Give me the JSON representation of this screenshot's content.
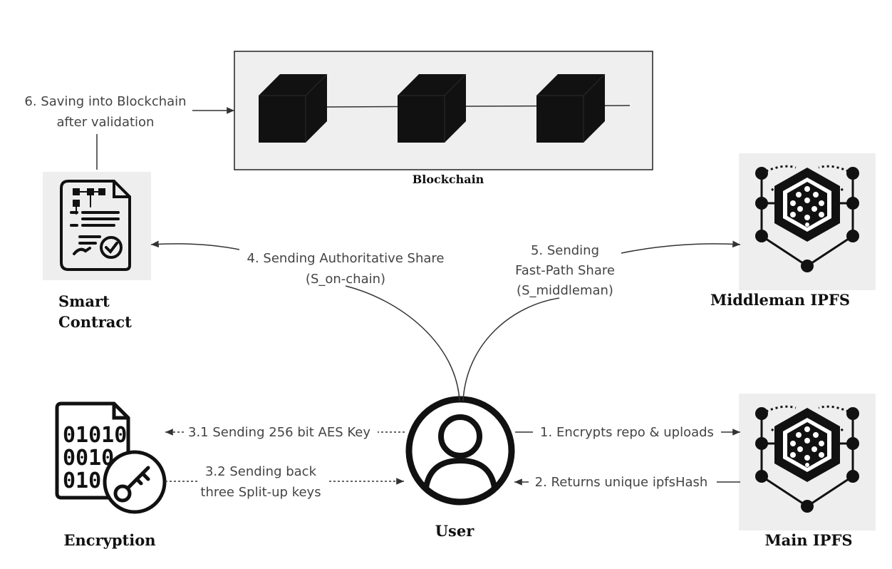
{
  "nodes": {
    "blockchain": {
      "label": "Blockchain",
      "icon": "blockchain-blocks-icon"
    },
    "smart_contract": {
      "label_line1": "Smart",
      "label_line2": "Contract",
      "icon": "smart-contract-document-icon"
    },
    "middleman_ipfs": {
      "label": "Middleman IPFS",
      "icon": "ipfs-network-icon"
    },
    "main_ipfs": {
      "label": "Main IPFS",
      "icon": "ipfs-network-icon"
    },
    "encryption": {
      "label": "Encryption",
      "icon": "binary-file-key-icon"
    },
    "user": {
      "label": "User",
      "icon": "user-avatar-icon"
    }
  },
  "edges": {
    "e6": {
      "line1": "6. Saving into Blockchain",
      "line2": "after validation"
    },
    "e4": {
      "line1": "4. Sending Authoritative Share",
      "line2": "(S_on-chain)"
    },
    "e5": {
      "line1": "5. Sending",
      "line2": "Fast-Path Share",
      "line3": "(S_middleman)"
    },
    "e31": {
      "line1": "3.1 Sending 256 bit AES Key"
    },
    "e32": {
      "line1": "3.2 Sending back",
      "line2": "three Split-up keys"
    },
    "e1": {
      "line1": "1. Encrypts repo & uploads"
    },
    "e2": {
      "line1": "2. Returns unique ipfsHash"
    }
  },
  "encryption_binary": {
    "row1": "01010",
    "row2": "0010",
    "row3": "010"
  }
}
